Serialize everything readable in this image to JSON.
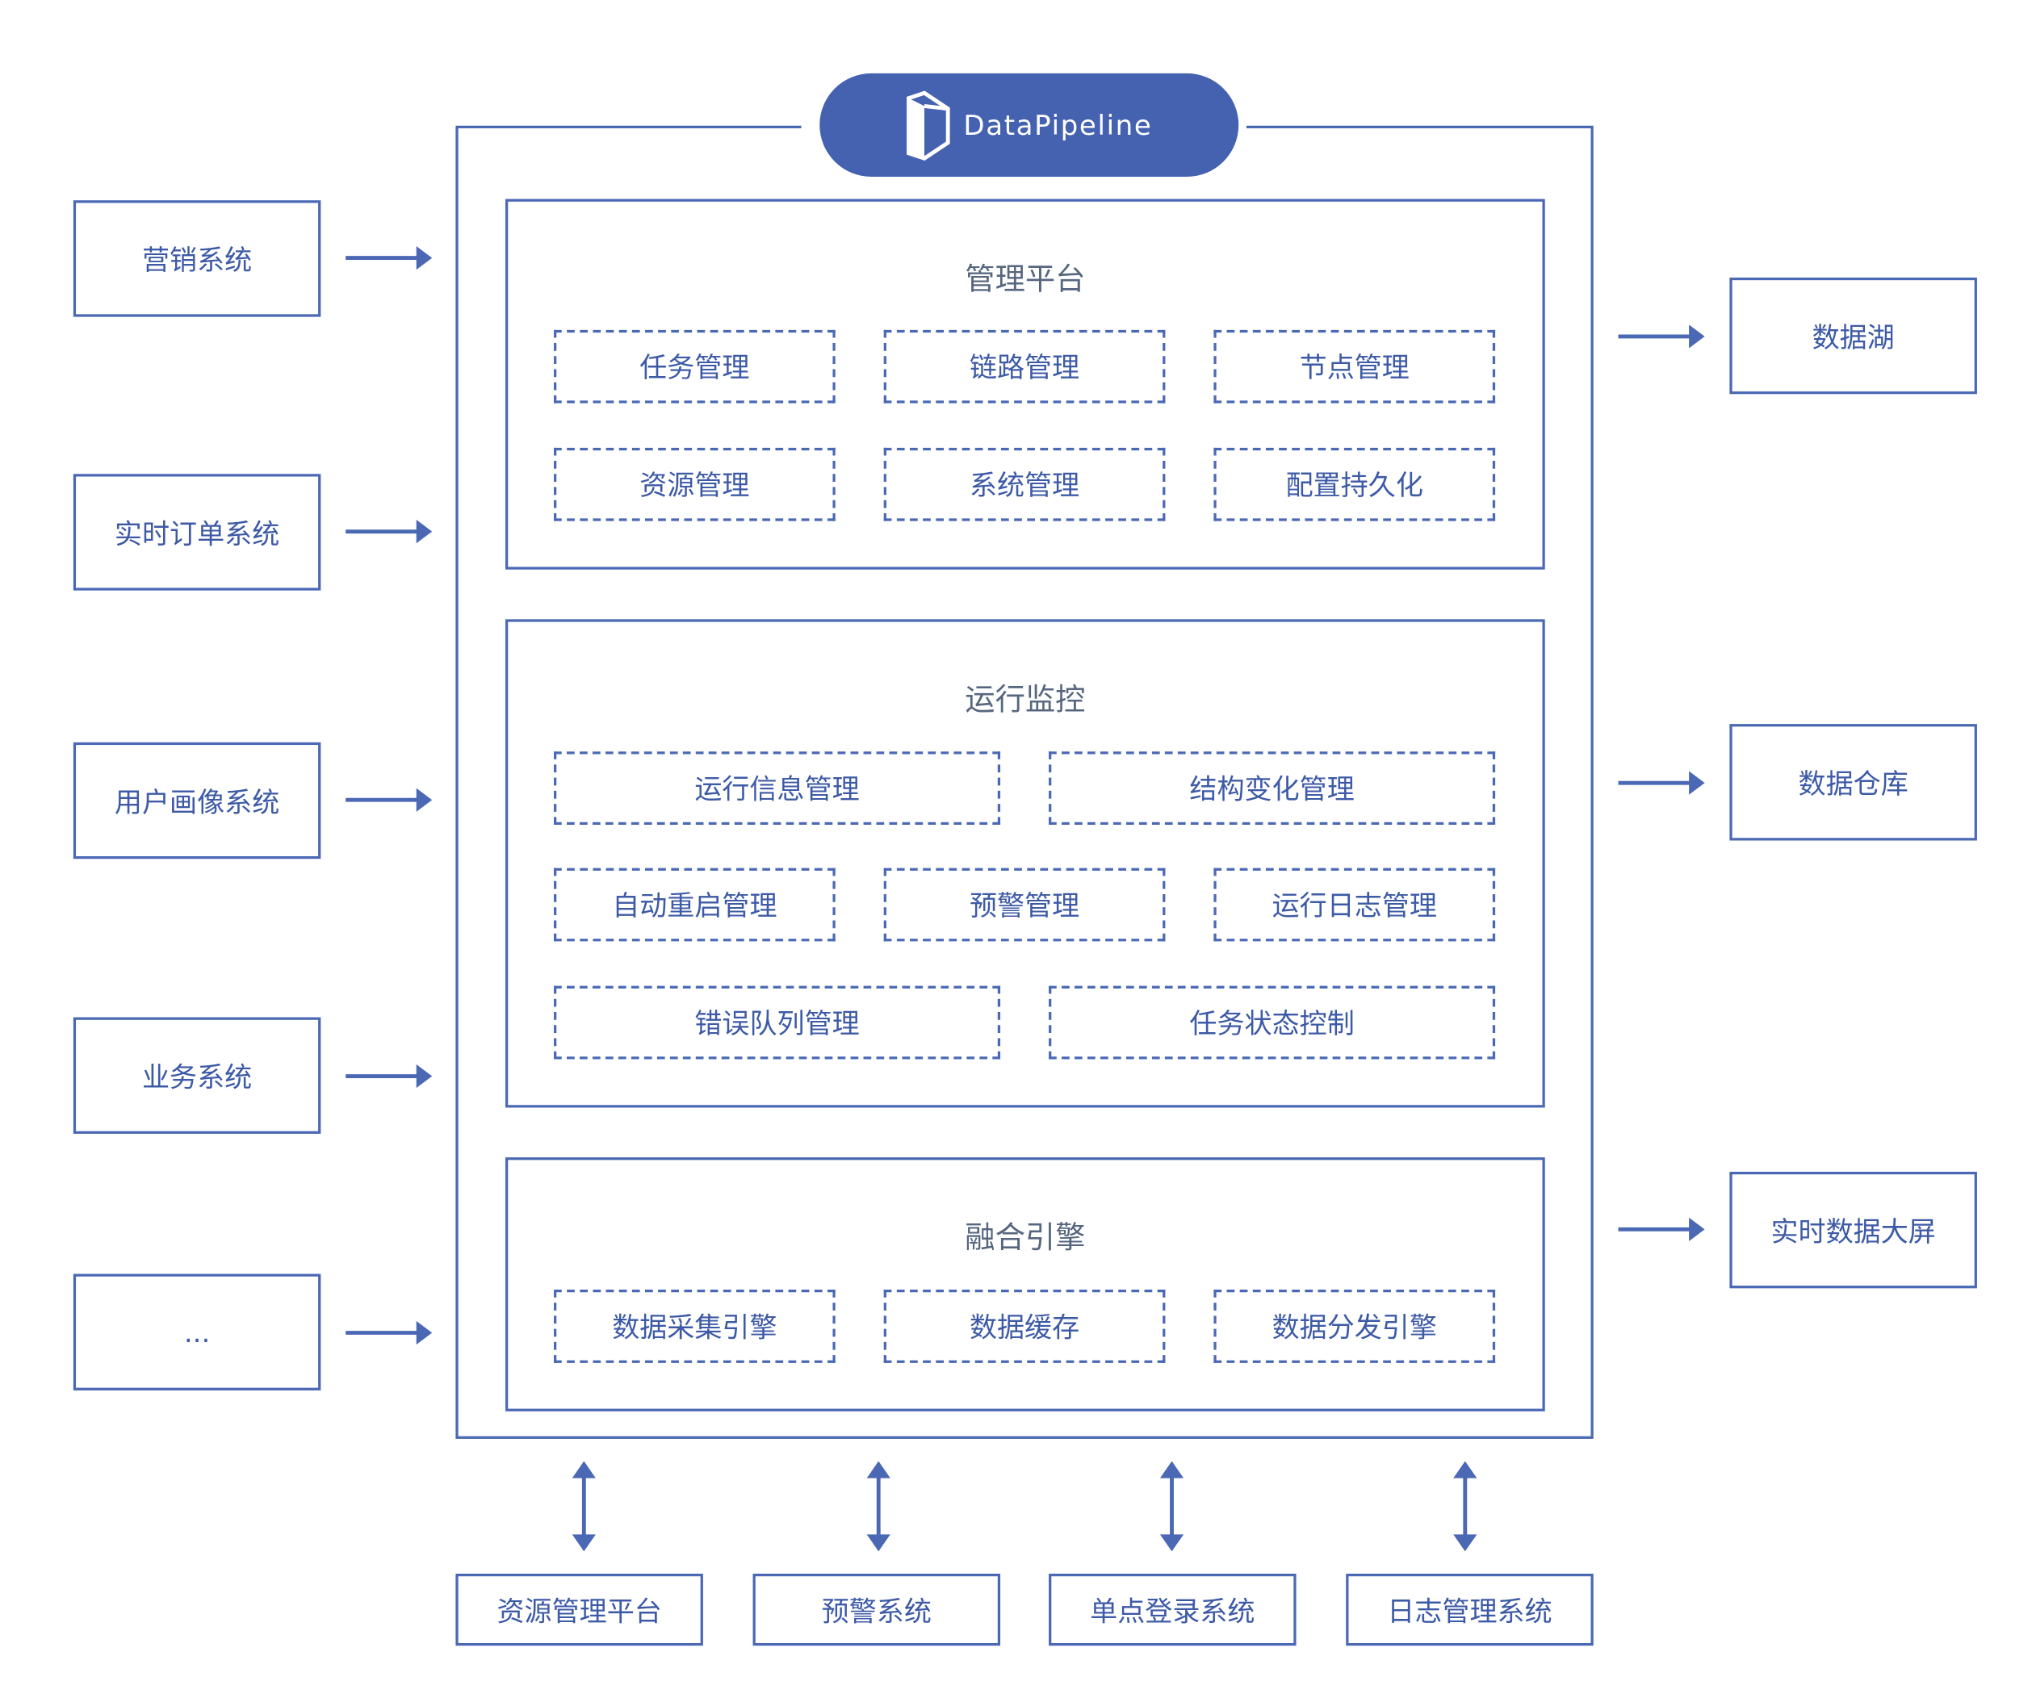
{
  "colors": {
    "accent": "#4562b1",
    "stroke": "#4a68b4",
    "text": "#3d5aa6"
  },
  "logo": {
    "text": "DataPipeline",
    "icon": "datapipeline-logo-icon"
  },
  "sources": [
    "营销系统",
    "实时订单系统",
    "用户画像系统",
    "业务系统",
    "..."
  ],
  "targets": [
    "数据湖",
    "数据仓库",
    "实时数据大屏"
  ],
  "bottom_systems": [
    "资源管理平台",
    "预警系统",
    "单点登录系统",
    "日志管理系统"
  ],
  "management": {
    "title": "管理平台",
    "items": [
      "任务管理",
      "链路管理",
      "节点管理",
      "资源管理",
      "系统管理",
      "配置持久化"
    ]
  },
  "monitoring": {
    "title": "运行监控",
    "items": [
      "运行信息管理",
      "结构变化管理",
      "自动重启管理",
      "预警管理",
      "运行日志管理",
      "错误队列管理",
      "任务状态控制"
    ]
  },
  "engine": {
    "title": "融合引擎",
    "items": [
      "数据采集引擎",
      "数据缓存",
      "数据分发引擎"
    ]
  }
}
